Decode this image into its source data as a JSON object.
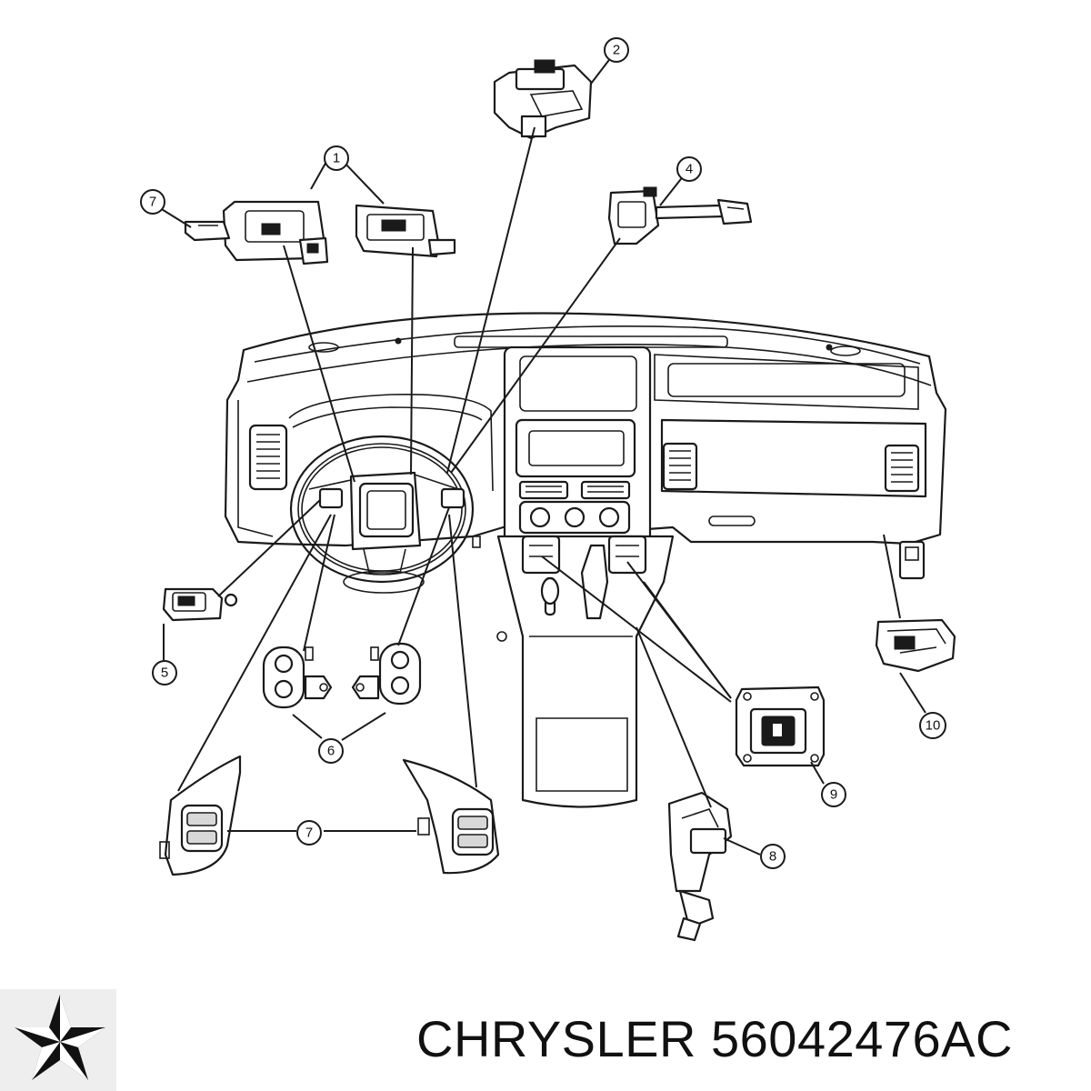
{
  "callouts": {
    "c1": "1",
    "c2": "2",
    "c4": "4",
    "c5": "5",
    "c6": "6",
    "c7a": "7",
    "c7b": "7",
    "c8": "8",
    "c9": "9",
    "c10": "10"
  },
  "brand": {
    "maker": "CHRYSLER",
    "part_number": "56042476AC",
    "logo_icon": "chrysler-pentastar-icon"
  },
  "colors": {
    "line": "#1a1a1a",
    "background": "#ffffff"
  }
}
